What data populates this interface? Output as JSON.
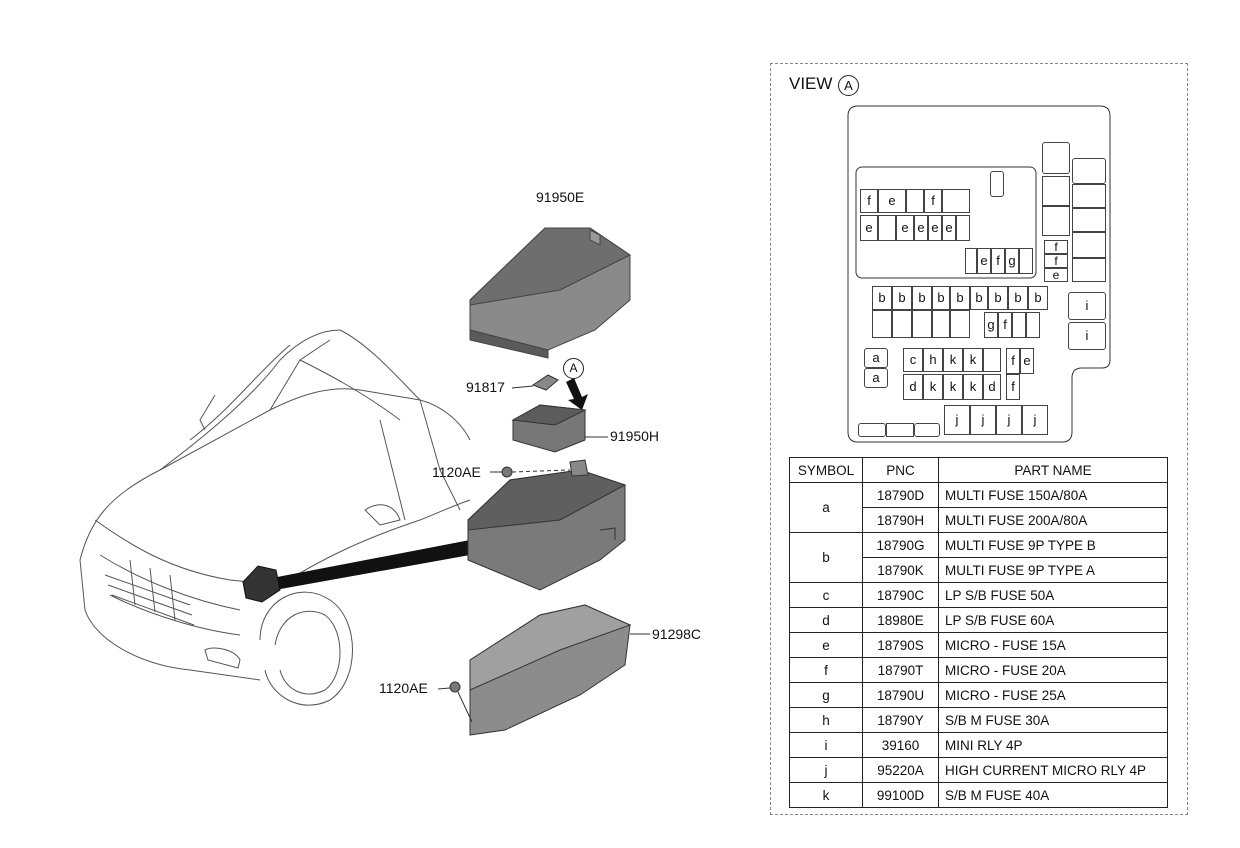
{
  "parts": {
    "p91950E": "91950E",
    "p91817": "91817",
    "p91950H": "91950H",
    "p1120AE_top": "1120AE",
    "p91298C": "91298C",
    "p1120AE_bottom": "1120AE",
    "view_marker": "A"
  },
  "view": {
    "title": "VIEW",
    "circle": "A"
  },
  "fuse_box": {
    "row1": [
      "f",
      "e",
      "",
      "f",
      ""
    ],
    "row2": [
      "e",
      "",
      "e",
      "e",
      "e",
      "e"
    ],
    "efg": [
      "e",
      "f",
      "g"
    ],
    "right_col": [
      "f",
      "f",
      "e"
    ],
    "b_row": [
      "b",
      "b",
      "b",
      "b",
      "b",
      "b",
      "b",
      "b",
      "b"
    ],
    "gf": [
      "g",
      "f"
    ],
    "i_relays": [
      "i",
      "i"
    ],
    "a_col": [
      "a",
      "a"
    ],
    "chkk": [
      "c",
      "h",
      "k",
      "k",
      ""
    ],
    "fe": [
      "f",
      "e"
    ],
    "dkkkd": [
      "d",
      "k",
      "k",
      "k",
      "d"
    ],
    "f_single": "f",
    "j_row": [
      "j",
      "j",
      "j",
      "j"
    ]
  },
  "legend": {
    "headers": [
      "SYMBOL",
      "PNC",
      "PART NAME"
    ],
    "rows": [
      {
        "symbol": "a",
        "items": [
          {
            "pnc": "18790D",
            "name": "MULTI FUSE 150A/80A"
          },
          {
            "pnc": "18790H",
            "name": "MULTI FUSE 200A/80A"
          }
        ]
      },
      {
        "symbol": "b",
        "items": [
          {
            "pnc": "18790G",
            "name": "MULTI FUSE 9P TYPE B"
          },
          {
            "pnc": "18790K",
            "name": "MULTI FUSE 9P TYPE A"
          }
        ]
      },
      {
        "symbol": "c",
        "items": [
          {
            "pnc": "18790C",
            "name": "LP S/B FUSE 50A"
          }
        ]
      },
      {
        "symbol": "d",
        "items": [
          {
            "pnc": "18980E",
            "name": "LP S/B FUSE 60A"
          }
        ]
      },
      {
        "symbol": "e",
        "items": [
          {
            "pnc": "18790S",
            "name": "MICRO - FUSE 15A"
          }
        ]
      },
      {
        "symbol": "f",
        "items": [
          {
            "pnc": "18790T",
            "name": "MICRO - FUSE 20A"
          }
        ]
      },
      {
        "symbol": "g",
        "items": [
          {
            "pnc": "18790U",
            "name": "MICRO - FUSE 25A"
          }
        ]
      },
      {
        "symbol": "h",
        "items": [
          {
            "pnc": "18790Y",
            "name": "S/B M FUSE 30A"
          }
        ]
      },
      {
        "symbol": "i",
        "items": [
          {
            "pnc": "39160",
            "name": "MINI RLY 4P"
          }
        ]
      },
      {
        "symbol": "j",
        "items": [
          {
            "pnc": "95220A",
            "name": "HIGH CURRENT MICRO RLY 4P"
          }
        ]
      },
      {
        "symbol": "k",
        "items": [
          {
            "pnc": "99100D",
            "name": "S/B M FUSE 40A"
          }
        ]
      }
    ]
  }
}
